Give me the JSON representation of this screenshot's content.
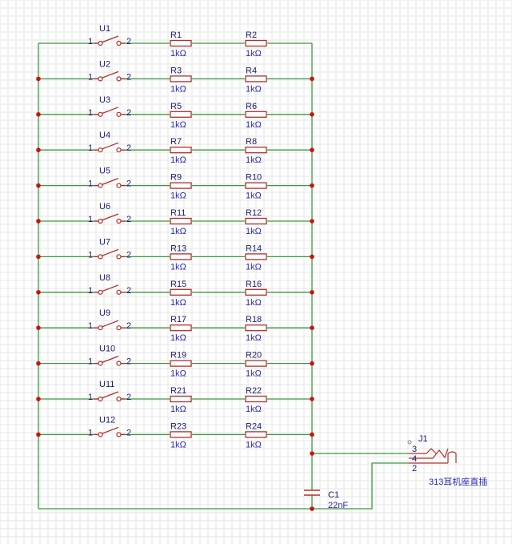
{
  "colors": {
    "grid": "#e6e6e6",
    "wire": "#3a9a3a",
    "component": "#b0302a",
    "junction": "#cc1111",
    "label_dark": "#1b1b6e",
    "label_value": "#2a2ab4"
  },
  "rows": [
    {
      "switch": {
        "ref": "U1",
        "pin1": "1",
        "pin2": "2"
      },
      "r_left": {
        "ref": "R1",
        "value": "1kΩ"
      },
      "r_right": {
        "ref": "R2",
        "value": "1kΩ"
      }
    },
    {
      "switch": {
        "ref": "U2",
        "pin1": "1",
        "pin2": "2"
      },
      "r_left": {
        "ref": "R3",
        "value": "1kΩ"
      },
      "r_right": {
        "ref": "R4",
        "value": "1kΩ"
      }
    },
    {
      "switch": {
        "ref": "U3",
        "pin1": "1",
        "pin2": "2"
      },
      "r_left": {
        "ref": "R5",
        "value": "1kΩ"
      },
      "r_right": {
        "ref": "R6",
        "value": "1kΩ"
      }
    },
    {
      "switch": {
        "ref": "U4",
        "pin1": "1",
        "pin2": "2"
      },
      "r_left": {
        "ref": "R7",
        "value": "1kΩ"
      },
      "r_right": {
        "ref": "R8",
        "value": "1kΩ"
      }
    },
    {
      "switch": {
        "ref": "U5",
        "pin1": "1",
        "pin2": "2"
      },
      "r_left": {
        "ref": "R9",
        "value": "1kΩ"
      },
      "r_right": {
        "ref": "R10",
        "value": "1kΩ"
      }
    },
    {
      "switch": {
        "ref": "U6",
        "pin1": "1",
        "pin2": "2"
      },
      "r_left": {
        "ref": "R11",
        "value": "1kΩ"
      },
      "r_right": {
        "ref": "R12",
        "value": "1kΩ"
      }
    },
    {
      "switch": {
        "ref": "U7",
        "pin1": "1",
        "pin2": "2"
      },
      "r_left": {
        "ref": "R13",
        "value": "1kΩ"
      },
      "r_right": {
        "ref": "R14",
        "value": "1kΩ"
      }
    },
    {
      "switch": {
        "ref": "U8",
        "pin1": "1",
        "pin2": "2"
      },
      "r_left": {
        "ref": "R15",
        "value": "1kΩ"
      },
      "r_right": {
        "ref": "R16",
        "value": "1kΩ"
      }
    },
    {
      "switch": {
        "ref": "U9",
        "pin1": "1",
        "pin2": "2"
      },
      "r_left": {
        "ref": "R17",
        "value": "1kΩ"
      },
      "r_right": {
        "ref": "R18",
        "value": "1kΩ"
      }
    },
    {
      "switch": {
        "ref": "U10",
        "pin1": "1",
        "pin2": "2"
      },
      "r_left": {
        "ref": "R19",
        "value": "1kΩ"
      },
      "r_right": {
        "ref": "R20",
        "value": "1kΩ"
      }
    },
    {
      "switch": {
        "ref": "U11",
        "pin1": "1",
        "pin2": "2"
      },
      "r_left": {
        "ref": "R21",
        "value": "1kΩ"
      },
      "r_right": {
        "ref": "R22",
        "value": "1kΩ"
      }
    },
    {
      "switch": {
        "ref": "U12",
        "pin1": "1",
        "pin2": "2"
      },
      "r_left": {
        "ref": "R23",
        "value": "1kΩ"
      },
      "r_right": {
        "ref": "R24",
        "value": "1kΩ"
      }
    }
  ],
  "capacitor": {
    "ref": "C1",
    "value": "22nF"
  },
  "jack": {
    "ref": "J1",
    "pins": [
      "3",
      "4",
      "2"
    ],
    "name": "313耳机座直插"
  }
}
